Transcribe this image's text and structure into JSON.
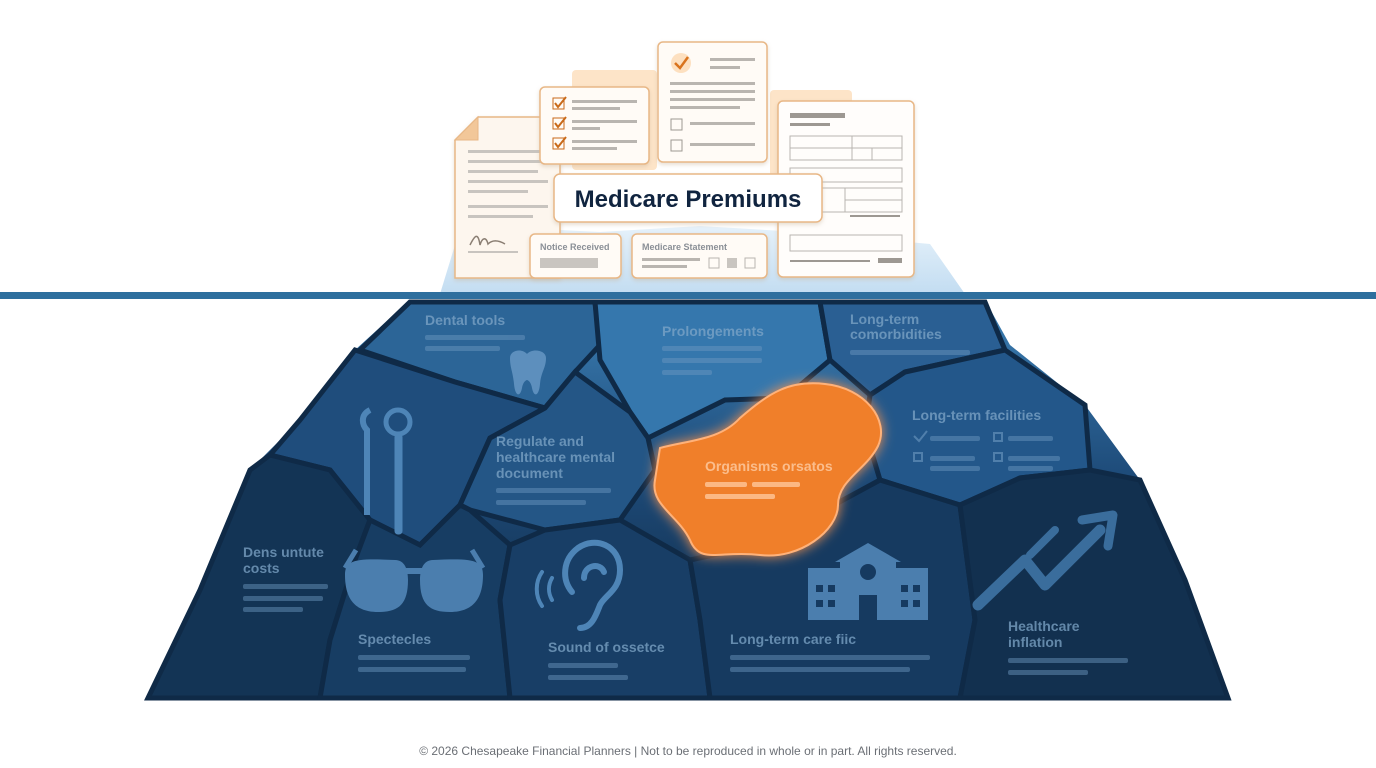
{
  "title": "Medicare Premiums",
  "documents": {
    "card_left_title": "Notice Received",
    "card_mid_title": "Medicare Statement"
  },
  "regions": {
    "dental_tools": "Dental tools",
    "prolonged": "Prolongements",
    "long_term_comorbidities_1": "Long-term",
    "long_term_comorbidities_2": "comorbidities",
    "long_term_facilities": "Long-term facilities",
    "regulated_1": "Regulate and",
    "regulated_2": "healthcare mental",
    "regulated_3": "document",
    "organisms": "Organisms orsatos",
    "dental_costs_1": "Dens untute",
    "dental_costs_2": "costs",
    "spectacles": "Spectecles",
    "sound": "Sound of ossetce",
    "long_term_care": "Long-term care fiic",
    "inflation_1": "Healthcare",
    "inflation_2": "inflation"
  },
  "colors": {
    "waterline": "#2e6f9e",
    "highlight": "#f07f2c",
    "iceberg_dark": "#0f2a47",
    "title_text": "#10243f"
  },
  "icons": [
    "tooth-icon",
    "dental-probe-icon",
    "glasses-icon",
    "ear-icon",
    "building-icon",
    "trend-up-icon",
    "checkmark-icon",
    "signature-icon"
  ],
  "footer": "© 2026 Chesapeake Financial Planners | Not to be reproduced in whole or in part. All rights reserved."
}
